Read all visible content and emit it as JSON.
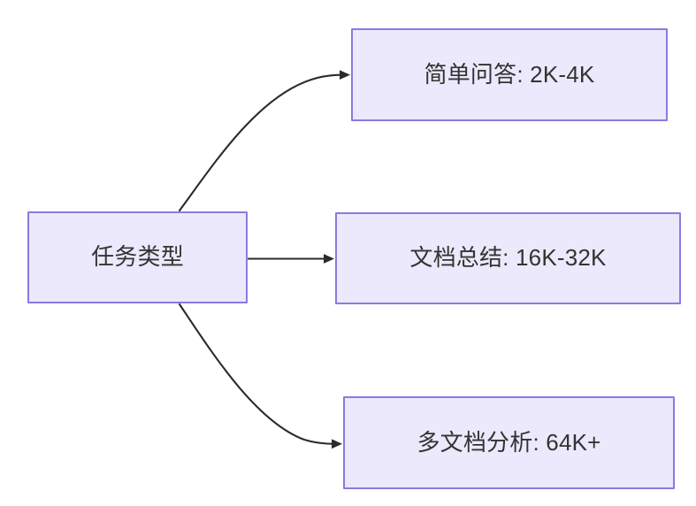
{
  "diagram": {
    "type": "flowchart",
    "title": "任务类型",
    "direction": "left-to-right",
    "background_color": "#ffffff",
    "node_fill_color": "#ebe9fb",
    "node_border_color": "#8b7ae0",
    "node_text_color": "#333333",
    "edge_color": "#2b2b2b",
    "root": {
      "id": "root",
      "label": "任务类型"
    },
    "nodes": [
      {
        "id": "simple-qa",
        "label": "简单问答: 2K-4K",
        "task": "简单问答",
        "range": "2K-4K"
      },
      {
        "id": "doc-summary",
        "label": "文档总结: 16K-32K",
        "task": "文档总结",
        "range": "16K-32K"
      },
      {
        "id": "multi-doc",
        "label": "多文档分析: 64K+",
        "task": "多文档分析",
        "range": "64K+"
      }
    ],
    "edges": [
      {
        "id": "edge-root-simple-qa",
        "from": "root",
        "to": "simple-qa",
        "label": "",
        "style": "curved-arrow"
      },
      {
        "id": "edge-root-doc-summary",
        "from": "root",
        "to": "doc-summary",
        "label": "",
        "style": "straight-arrow"
      },
      {
        "id": "edge-root-multi-doc",
        "from": "root",
        "to": "multi-doc",
        "label": "",
        "style": "curved-arrow"
      }
    ]
  }
}
